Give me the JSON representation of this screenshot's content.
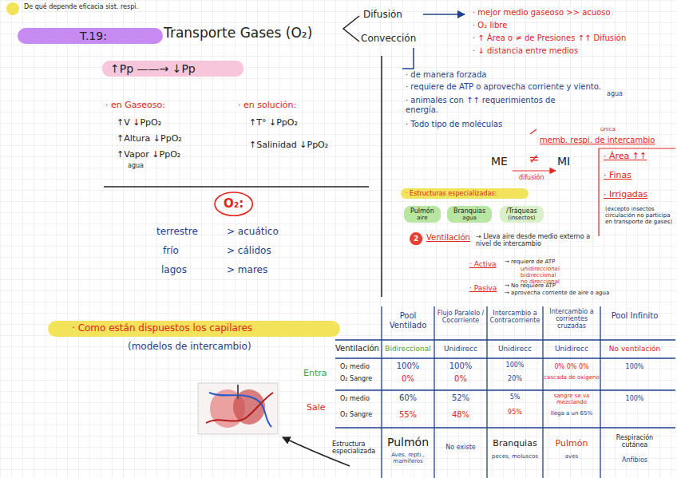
{
  "diagram": {
    "title": "Transporte Gases (O₂)",
    "nodes": [
      {
        "text": [
          "T.19:"
        ]
      },
      {
        "text": [
          "↑Pp ——→ ↓Pp"
        ]
      },
      {
        "text": [
          "O₂:"
        ]
      },
      {
        "text": [
          "· Estructuras especializadas:"
        ]
      },
      {
        "text": [
          "Pulmón",
          "aire"
        ]
      },
      {
        "text": [
          "Branquias",
          "agua"
        ]
      },
      {
        "text": [
          "/Tráqueas",
          "(insectos)"
        ]
      },
      {
        "text": [
          "2"
        ]
      },
      {
        "text": [
          "· Como están dispuestos los capilares"
        ]
      }
    ],
    "labels": [
      "De qué depende eficacia sist. respi.",
      "Difusión",
      "Convección",
      "· mejor medio gaseoso >> acuoso",
      "· O₂ libre",
      "· ↑ Área o ≠ de Presiones ↑↑ Difusión",
      "· ↓ distancia entre medios",
      "· de manera forzada",
      "· requiere de ATP o aprovecha corriente y viento.",
      "agua",
      "· animales con ↑↑ requerimientos de energía.",
      "· Todo tipo de moléculas",
      "· en Gaseoso:",
      "↑V ↓PpO₂",
      "↑Altura ↓PpO₂",
      "↑Vapor ↓PpO₂",
      "agua",
      "· en solución:",
      "↑T° ↓PpO₂",
      "↑Salinidad ↓PpO₂",
      "terrestre",
      "> acuático",
      "frío",
      "> cálidos",
      "lagos",
      "> mares",
      "única",
      "memb. respi. de intercambio",
      "ME",
      "≠",
      "MI",
      "difusión",
      "· Área ↑↑",
      "· Finas",
      "· Irrigadas",
      "(excepto insectos circulación no participa en transporte de gases)",
      "Ventilación",
      "→ Lleva aire desde medio externo a nivel de intercambio",
      "· Activa",
      "→ requiere de ATP",
      "unidireccional",
      "bidireccional",
      "no direccional",
      "· Pasiva",
      "→ No requiere ATP",
      "→ aprovecha corriente de aire o agua",
      "(modelos de intercambio)",
      "Pool Ventilado",
      "Flujo Paralelo / Cocorriente",
      "Intercambio a Contracorriente",
      "Intercambio a corrientes cruzadas",
      "Pool Infinito",
      "Ventilación",
      "Bidireccional",
      "Unidirecc",
      "Unidirecc",
      "Unidirecc",
      "No ventilación",
      "Entra",
      "Sale",
      "O₂ medio",
      "O₂ Sangre",
      "O₂ medio",
      "O₂ Sangre",
      "100%",
      "0%",
      "100%",
      "0%",
      "100%",
      "20%",
      "0% 0% 0%",
      "cascada de oxígeno",
      "100%",
      "60%",
      "55%",
      "52%",
      "48%",
      "5%",
      "95%",
      "sangre se va mezclando",
      "llega a un 65%",
      "100%",
      "Estructura especializada",
      "Pulmón",
      "Aves, repti., mamíferos",
      "No existe",
      "Branquias",
      "peces, moluscos",
      "Pulmón",
      "aves",
      "Respiración cutánea",
      "Anfibios"
    ]
  }
}
